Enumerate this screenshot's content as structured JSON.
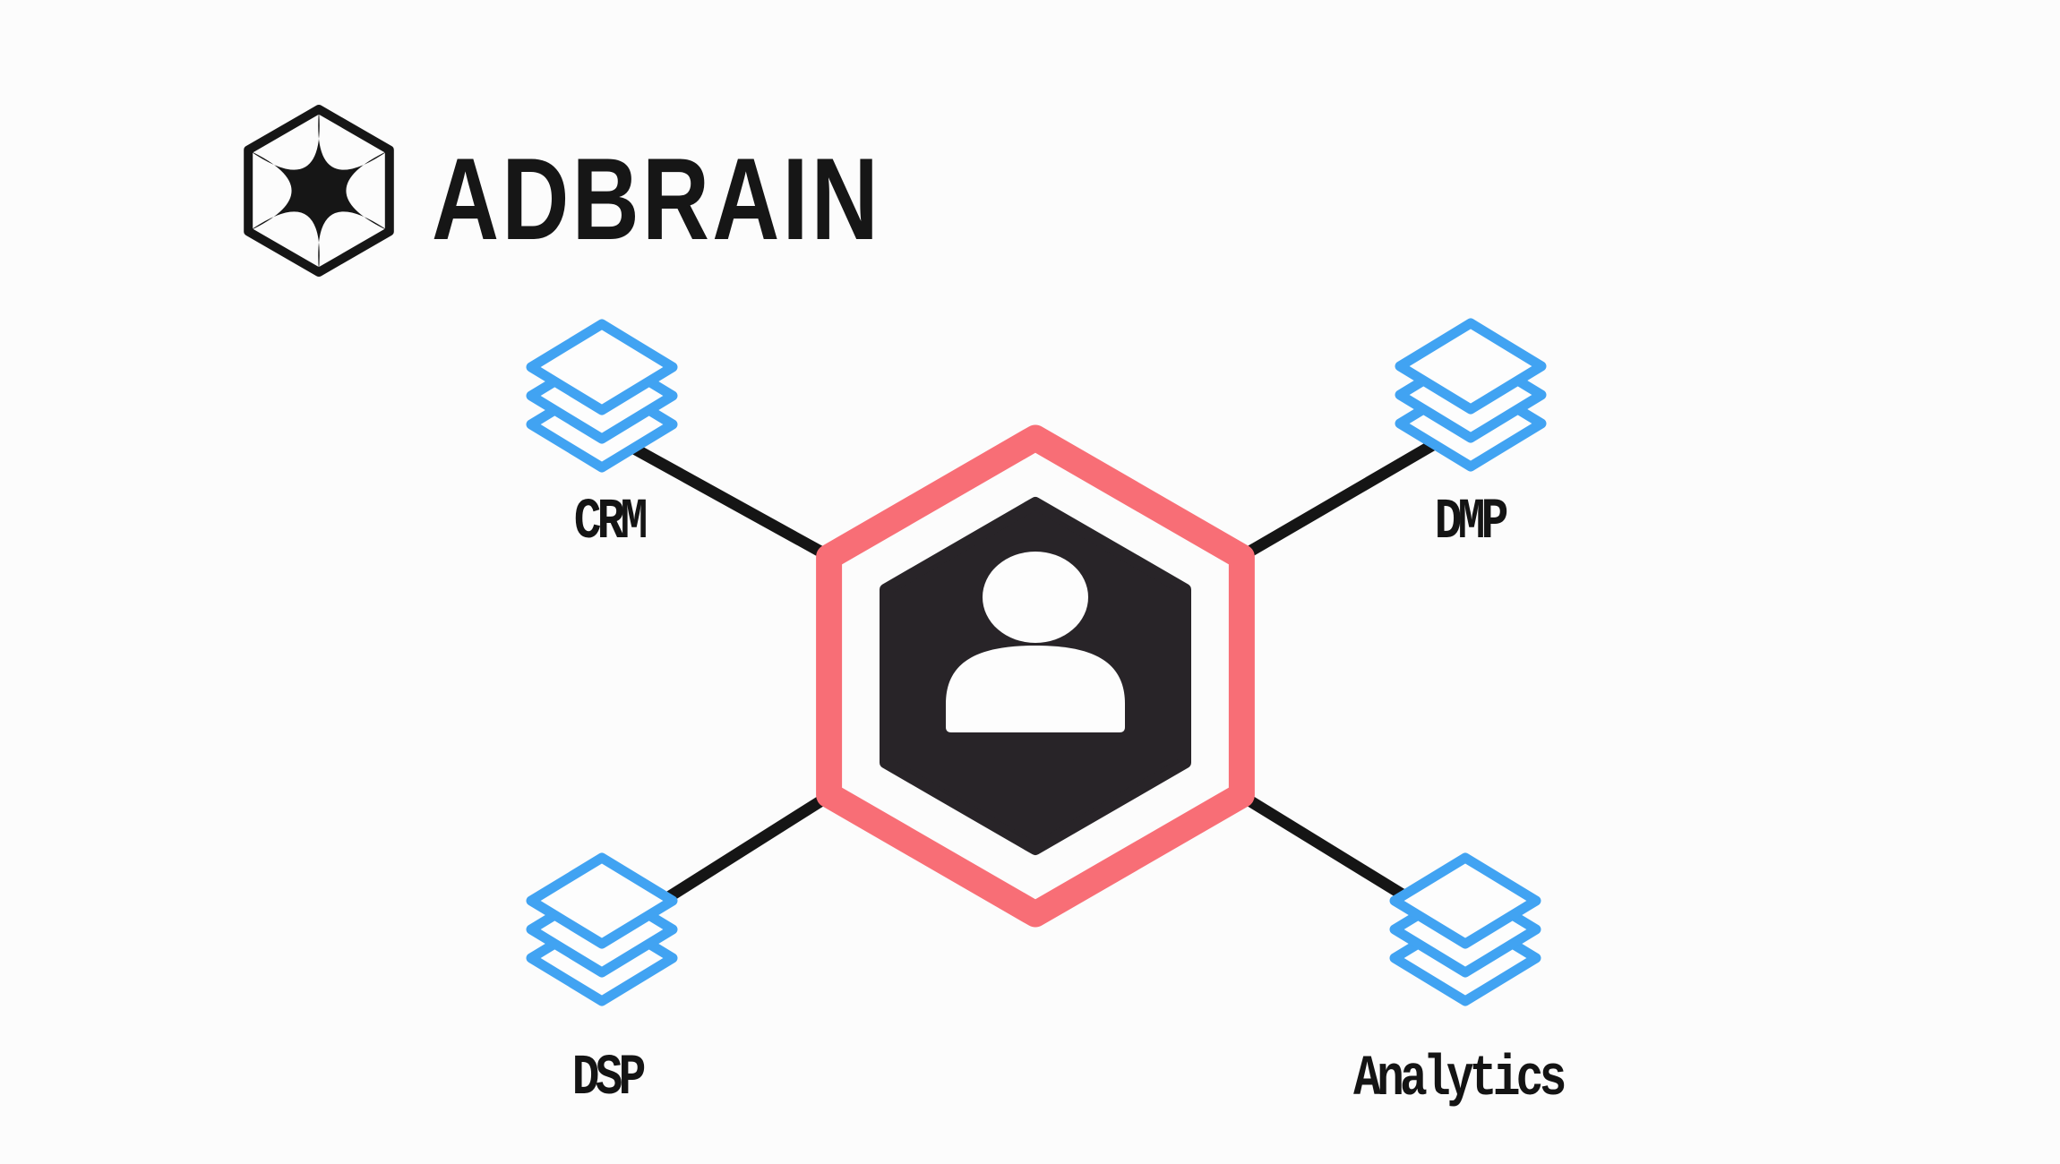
{
  "brand": {
    "name": "ADBRAIN"
  },
  "hub": {
    "icon": "user-icon",
    "ring_color": "#F86E76",
    "core_color": "#282428"
  },
  "nodes": [
    {
      "id": "crm",
      "label": "CRM",
      "icon": "layers-icon",
      "position": "top-left"
    },
    {
      "id": "dmp",
      "label": "DMP",
      "icon": "layers-icon",
      "position": "top-right"
    },
    {
      "id": "dsp",
      "label": "DSP",
      "icon": "layers-icon",
      "position": "bottom-left"
    },
    {
      "id": "analytics",
      "label": "Analytics",
      "icon": "layers-icon",
      "position": "bottom-right"
    }
  ],
  "colors": {
    "background": "#FCFCFC",
    "ink": "#161616",
    "line_black": "#151515",
    "node_blue": "#41A3F2",
    "accent_pink": "#F86E76",
    "hub_dark": "#282428",
    "icon_fill_white": "#FDFDFD"
  }
}
